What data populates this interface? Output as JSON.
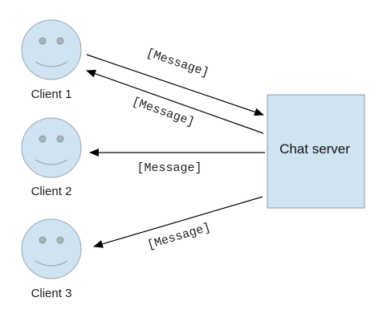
{
  "colors": {
    "face_fill": "#cfe3f1",
    "face_stroke": "#9aa8b4",
    "server_fill": "#cfe3f1",
    "server_stroke": "#8f9aa3",
    "arrow": "#000000"
  },
  "clients": [
    {
      "label": "Client 1",
      "icon": "smiley-face-icon"
    },
    {
      "label": "Client 2",
      "icon": "smiley-face-icon"
    },
    {
      "label": "Client 3",
      "icon": "smiley-face-icon"
    }
  ],
  "server": {
    "label": "Chat server"
  },
  "messages": [
    {
      "label": "[Message]",
      "from": "Client 1",
      "to": "Chat server"
    },
    {
      "label": "[Message]",
      "from": "Chat server",
      "to": "Client 1"
    },
    {
      "label": "[Message]",
      "from": "Chat server",
      "to": "Client 2"
    },
    {
      "label": "[Message]",
      "from": "Chat server",
      "to": "Client 3"
    }
  ]
}
